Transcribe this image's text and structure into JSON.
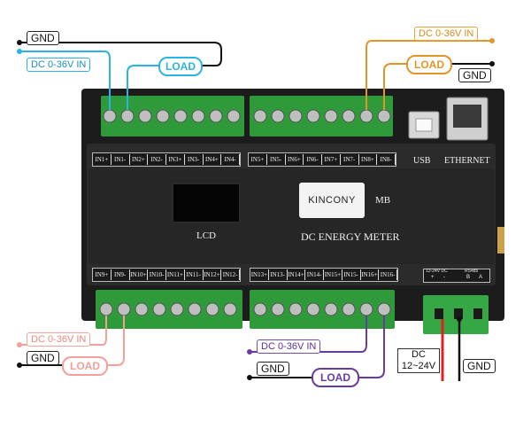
{
  "device": {
    "brand": "KINCONY",
    "model": "MB",
    "product_title": "DC ENERGY METER",
    "display_label": "LCD",
    "port_usb": "USB",
    "port_ethernet": "ETHERNET",
    "top_left_labels": [
      "IN1+",
      "IN1-",
      "IN2+",
      "IN2-",
      "IN3+",
      "IN3-",
      "IN4+",
      "IN4-"
    ],
    "top_right_labels": [
      "IN5+",
      "IN5-",
      "IN6+",
      "IN6-",
      "IN7+",
      "IN7-",
      "IN8+",
      "IN8-"
    ],
    "bottom_left_labels": [
      "IN9+",
      "IN9-",
      "IN10+",
      "IN10-",
      "IN11+",
      "IN11-",
      "IN12+",
      "IN12-"
    ],
    "bottom_right_labels": [
      "IN13+",
      "IN13-",
      "IN14+",
      "IN14-",
      "IN15+",
      "IN15-",
      "IN16+",
      "IN16-"
    ],
    "power_header": "12-24V DC",
    "power_pins": [
      "+",
      "-"
    ],
    "rs485_header": "RS485",
    "rs485_pins": [
      "B",
      "A"
    ]
  },
  "wiring": {
    "blue": {
      "source": "DC 0-36V IN",
      "ground": "GND",
      "load": "LOAD",
      "color": "#2bb3e6"
    },
    "orange": {
      "source": "DC 0-36V IN",
      "ground": "GND",
      "load": "LOAD",
      "color": "#e29628"
    },
    "pink": {
      "source": "DC 0-36V IN",
      "ground": "GND",
      "load": "LOAD",
      "color": "#f2a09a"
    },
    "purple": {
      "source": "DC 0-36V IN",
      "ground": "GND",
      "load": "LOAD",
      "color": "#6a3a9f"
    },
    "power": {
      "supply_line1": "DC",
      "supply_line2": "12~24V",
      "ground": "GND",
      "positive_color": "#e02020",
      "negative_color": "#111111"
    }
  }
}
